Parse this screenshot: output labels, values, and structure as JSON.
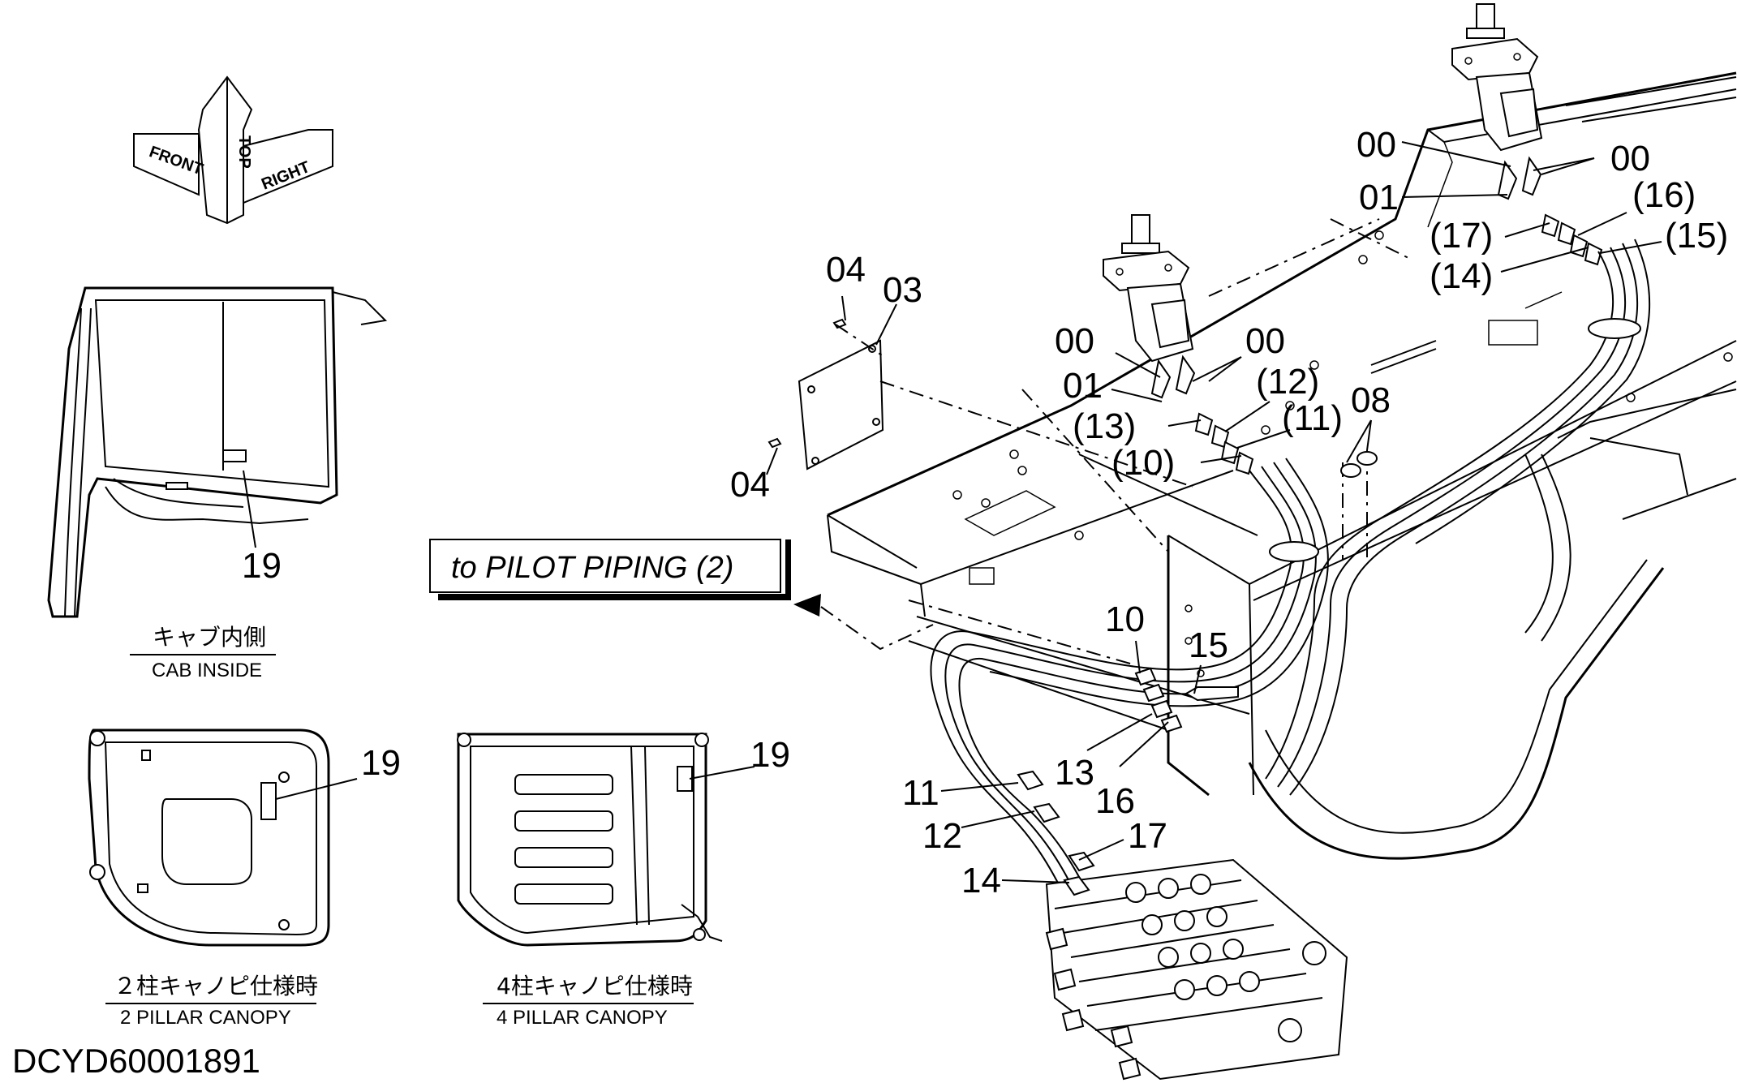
{
  "orientation": {
    "top": "TOP",
    "front": "FRONT",
    "right": "RIGHT"
  },
  "callouts": {
    "pilot_piping": "to PILOT PIPING (2)"
  },
  "panels": {
    "cab_inside": {
      "jp": "キャブ内側",
      "en": "CAB INSIDE",
      "part": "19"
    },
    "two_pillar": {
      "jp": "２柱キャノピ仕様時",
      "en": "2 PILLAR CANOPY",
      "part": "19"
    },
    "four_pillar": {
      "jp": "4柱キャノピ仕様時",
      "en": "4 PILLAR CANOPY",
      "part": "19"
    }
  },
  "part_labels": {
    "p04_top": "04",
    "p03": "03",
    "p04_bottom": "04",
    "p00_l1": "00",
    "p00_l2": "00",
    "p01_l": "01",
    "p13_l": "(13)",
    "p12_l": "(12)",
    "p11_l": "(11)",
    "p10_l": "(10)",
    "p08": "08",
    "p00_r1": "00",
    "p00_r2": "00",
    "p01_r": "01",
    "p17_r": "(17)",
    "p16_r": "(16)",
    "p15_r": "(15)",
    "p14_r": "(14)",
    "p10_c": "10",
    "p15_c": "15",
    "p13_c": "13",
    "p16_c": "16",
    "p11_v": "11",
    "p12_v": "12",
    "p14_v": "14",
    "p17_v": "17"
  },
  "drawing_id": "DCYD60001891"
}
